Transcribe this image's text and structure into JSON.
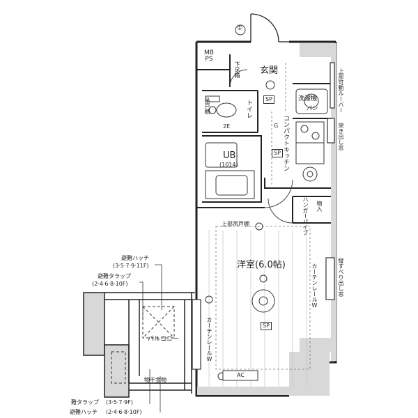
{
  "labels": {
    "mb_ps": "MB\nPS",
    "shoe_box": "下足箱",
    "entrance": "玄関",
    "sp": "SP",
    "toilet": "トイレ",
    "washer": "洗濯機",
    "washer_pan": "パン",
    "cabinet": "吊戸棚",
    "compact_kitchen": "コンパクトキッチン",
    "ub": "UB",
    "ub_size": "(1014)",
    "storage": "物入",
    "hanger_pipe": "ハンガーパイプ",
    "upper_cabinet": "上部吊戸棚",
    "western_room": "洋室(6.0帖)",
    "curtain_rail_right": "カーテンレールW",
    "curtain_rail_left": "カーテンレールW",
    "ac": "AC",
    "balcony": "バルコニー",
    "drying_hardware": "物干金物",
    "upper_movable_louver": "上部可動ルーバー",
    "bay_window": "突き出し窓",
    "vertical_sliding_window": "縦すべり出し窓",
    "hatch_top": "避難ハッチ",
    "hatch_top_floors": "(3·5·7·9·11F)",
    "ladder_top": "避難タラップ",
    "ladder_top_floors": "(2·4·6·8·10F)",
    "ladder_bottom": "難タラップ",
    "ladder_bottom_floors": "(3·5·7·9F)",
    "hatch_bottom": "避難ハッチ",
    "hatch_bottom_floors": "(2·4·6·8·10F)",
    "circle_one": "①",
    "g_mark": "G",
    "twoe": "2E"
  }
}
